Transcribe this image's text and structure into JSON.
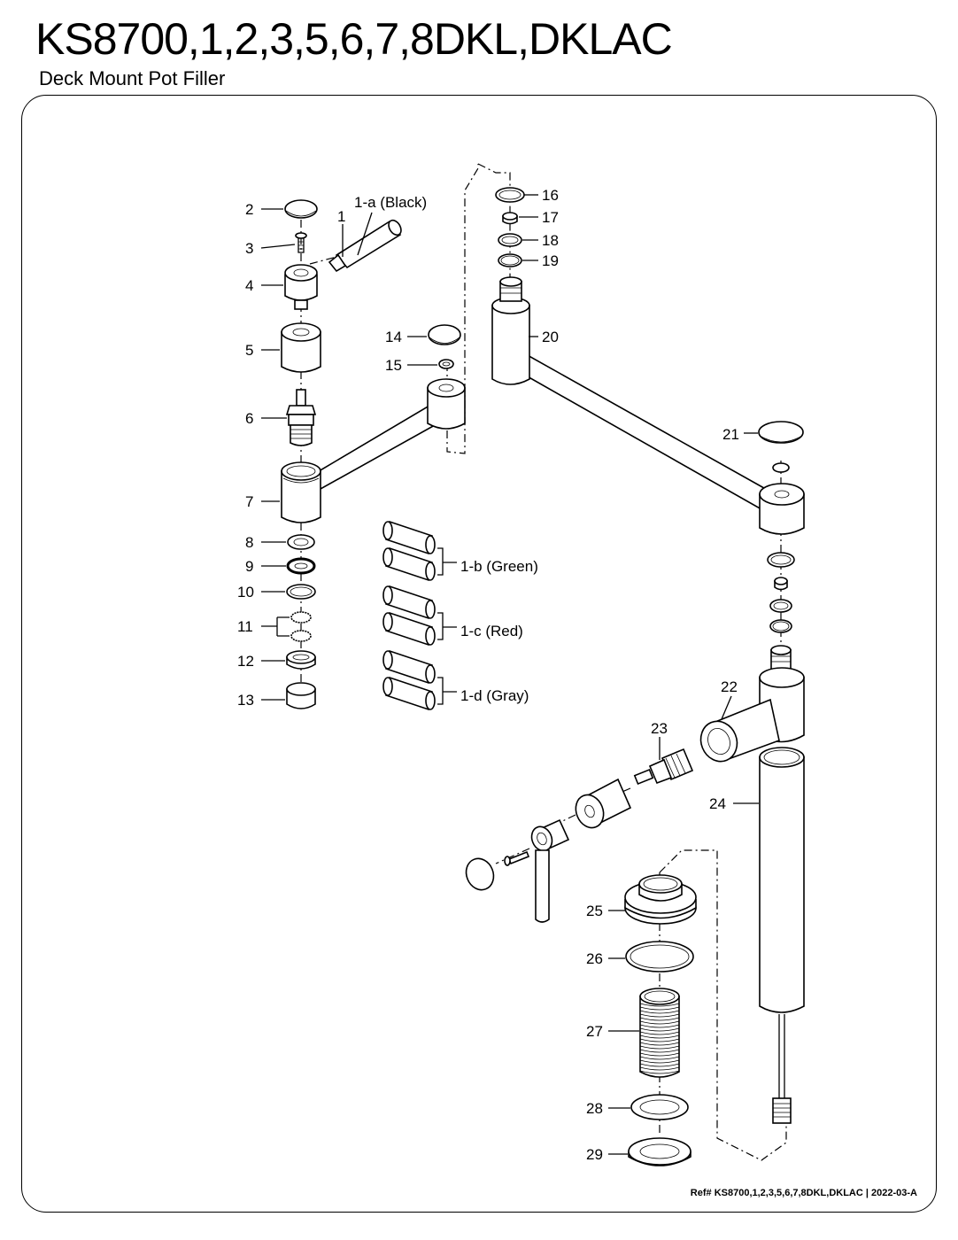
{
  "header": {
    "title": "KS8700,1,2,3,5,6,7,8DKL,DKLAC",
    "subtitle": "Deck Mount Pot Filler"
  },
  "labels": {
    "p1": "1",
    "p1a": "1-a (Black)",
    "p1b": "1-b (Green)",
    "p1c": "1-c (Red)",
    "p1d": "1-d (Gray)",
    "p2": "2",
    "p3": "3",
    "p4": "4",
    "p5": "5",
    "p6": "6",
    "p7": "7",
    "p8": "8",
    "p9": "9",
    "p10": "10",
    "p11": "11",
    "p12": "12",
    "p13": "13",
    "p14": "14",
    "p15": "15",
    "p16": "16",
    "p17": "17",
    "p18": "18",
    "p19": "19",
    "p20": "20",
    "p21": "21",
    "p22": "22",
    "p23": "23",
    "p24": "24",
    "p25": "25",
    "p26": "26",
    "p27": "27",
    "p28": "28",
    "p29": "29"
  },
  "footer": {
    "ref": "Ref# KS8700,1,2,3,5,6,7,8DKL,DKLAC | 2022-03-A"
  }
}
